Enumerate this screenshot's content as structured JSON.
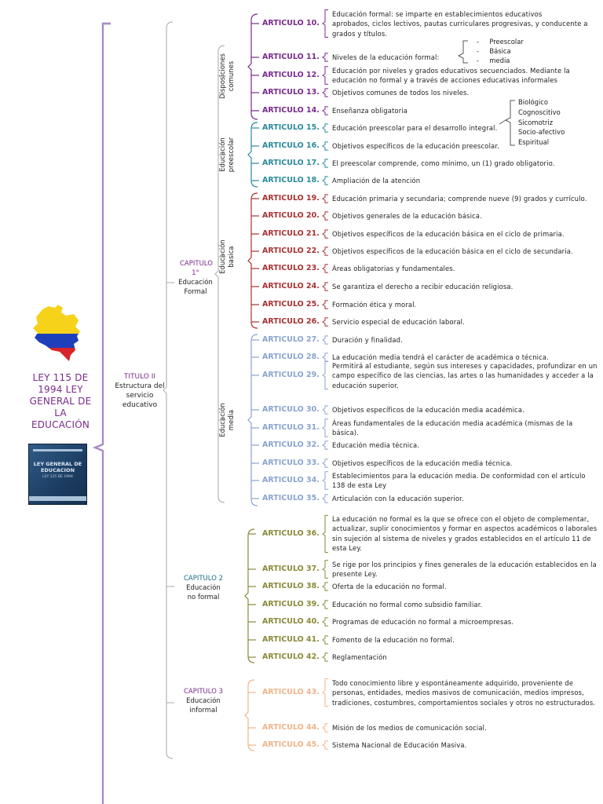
{
  "root": {
    "title_lines": [
      "LEY 115 DE",
      "1994 LEY",
      "GENERAL DE",
      "LA",
      "EDUCACIÓN"
    ]
  },
  "book": {
    "title": "LEY GENERAL DE EDUCACION",
    "subtitle": "LEY 115 DE 1994"
  },
  "titulo": {
    "heading": "TITULO II",
    "text": "Estructura del servicio educativo"
  },
  "capitulos": [
    {
      "heading": "CAPITULO 1°",
      "text": "Educación Formal",
      "color": "#7a2a8c"
    },
    {
      "heading": "CAPITULO 2",
      "text": "Educación no formal",
      "color": "#1a6e8a"
    },
    {
      "heading": "CAPITULO 3",
      "text": "Educación informal",
      "color": "#7a2a8c"
    }
  ],
  "sections": [
    {
      "label": "Disposiciones comunes"
    },
    {
      "label": "Educación preescolar"
    },
    {
      "label": "Educación basica"
    },
    {
      "label": "Educación media"
    }
  ],
  "colors": {
    "trunk": "#a98cc4",
    "branch": "#b6b6b6",
    "articulo_purple": "#7a2a8c",
    "articulo_teal": "#2a8a9c",
    "articulo_red": "#a83232",
    "articulo_lightblue": "#8aa4cf",
    "articulo_olive": "#8a8a3a",
    "articulo_peach": "#f0b48a"
  },
  "articles": [
    {
      "label": "ARTICULO 10.",
      "color": "#7a2a8c",
      "desc": [
        "Educación formal: se imparte en establecimientos educativos",
        "aprobados, ciclos lectivos, pautas curriculares progresivas, y conducente a",
        "grados y títulos."
      ]
    },
    {
      "label": "ARTICULO 11.",
      "color": "#7a2a8c",
      "desc": [
        "Niveles de la educación formal:"
      ]
    },
    {
      "label": "ARTICULO 12.",
      "color": "#7a2a8c",
      "desc": [
        "Educación por niveles y grados educativos secuenciados. Mediante la",
        "educación no formal y a través de acciones educativas informales"
      ]
    },
    {
      "label": "ARTICULO 13.",
      "color": "#7a2a8c",
      "desc": [
        "Objetivos comunes de todos los niveles."
      ]
    },
    {
      "label": "ARTICULO 14.",
      "color": "#7a2a8c",
      "desc": [
        "Enseñanza obligatoria"
      ]
    },
    {
      "label": "ARTICULO 15.",
      "color": "#2a8a9c",
      "desc": [
        "Educación preescolar  para el desarrollo integral."
      ]
    },
    {
      "label": "ARTICULO 16.",
      "color": "#2a8a9c",
      "desc": [
        "Objetivos específicos de la educación preescolar."
      ]
    },
    {
      "label": "ARTICULO 17.",
      "color": "#2a8a9c",
      "desc": [
        "El preescolar comprende, como mínimo, un (1) grado obligatorio."
      ]
    },
    {
      "label": "ARTICULO 18.",
      "color": "#2a8a9c",
      "desc": [
        "Ampliación de la atención"
      ]
    },
    {
      "label": "ARTICULO 19.",
      "color": "#a83232",
      "desc": [
        "Educación primaria y secundaria; comprende nueve (9) grados y currículo."
      ]
    },
    {
      "label": "ARTICULO 20.",
      "color": "#a83232",
      "desc": [
        "Objetivos generales de la educación básica."
      ]
    },
    {
      "label": "ARTICULO 21.",
      "color": "#a83232",
      "desc": [
        "Objetivos específicos de la educación básica en el ciclo de primaria."
      ]
    },
    {
      "label": "ARTICULO 22.",
      "color": "#a83232",
      "desc": [
        "Objetivos específicos de la educación básica en el ciclo de secundaria."
      ]
    },
    {
      "label": "ARTICULO 23.",
      "color": "#a83232",
      "desc": [
        "Áreas obligatorias y fundamentales."
      ]
    },
    {
      "label": "ARTICULO 24.",
      "color": "#a83232",
      "desc": [
        "Se garantiza el derecho a recibir educación religiosa."
      ]
    },
    {
      "label": "ARTICULO 25.",
      "color": "#a83232",
      "desc": [
        "Formación ética y moral."
      ]
    },
    {
      "label": "ARTICULO 26.",
      "color": "#a83232",
      "desc": [
        "Servicio especial de educación laboral."
      ]
    },
    {
      "label": "ARTICULO 27.",
      "color": "#8aa4cf",
      "desc": [
        "Duración y finalidad."
      ]
    },
    {
      "label": "ARTICULO 28.",
      "color": "#8aa4cf",
      "desc": [
        "La educación media tendrá el carácter de académica o técnica."
      ]
    },
    {
      "label": "ARTICULO 29.",
      "color": "#8aa4cf",
      "desc": [
        "Permitirá al estudiante, según sus intereses y capacidades, profundizar en un",
        "campo específico de las ciencias, las artes o las humanidades y acceder a la",
        "educación superior."
      ]
    },
    {
      "label": "ARTICULO 30.",
      "color": "#8aa4cf",
      "desc": [
        "Objetivos específicos de la educación media académica."
      ]
    },
    {
      "label": "ARTICULO 31.",
      "color": "#8aa4cf",
      "desc": [
        "Áreas fundamentales de la educación media académica (mismas de la",
        "básica)."
      ]
    },
    {
      "label": "ARTICULO 32.",
      "color": "#8aa4cf",
      "desc": [
        "Educación media técnica."
      ]
    },
    {
      "label": "ARTICULO 33.",
      "color": "#8aa4cf",
      "desc": [
        "Objetivos específicos de la educación media técnica."
      ]
    },
    {
      "label": "ARTICULO 34.",
      "color": "#8aa4cf",
      "desc": [
        "Establecimientos para la educación media. De conformidad con el artículo",
        "138 de esta Ley"
      ]
    },
    {
      "label": "ARTICULO 35.",
      "color": "#8aa4cf",
      "desc": [
        "Articulación con la educación superior."
      ]
    },
    {
      "label": "ARTICULO 36.",
      "color": "#8a8a3a",
      "desc": [
        "La educación no formal es la que se ofrece con el objeto de complementar,",
        "actualizar, suplir conocimientos y formar en aspectos académicos o laborales",
        "sin sujeción al sistema de niveles y grados establecidos en el artículo 11 de",
        "esta Ley."
      ]
    },
    {
      "label": "ARTICULO 37.",
      "color": "#8a8a3a",
      "desc": [
        "Se rige por los principios y fines generales de la educación establecidos en la",
        "presente Ley."
      ]
    },
    {
      "label": "ARTICULO 38.",
      "color": "#8a8a3a",
      "desc": [
        "Oferta de la educación no formal."
      ]
    },
    {
      "label": "ARTICULO 39.",
      "color": "#8a8a3a",
      "desc": [
        "Educación no formal como subsidio familiar."
      ]
    },
    {
      "label": "ARTICULO 40.",
      "color": "#8a8a3a",
      "desc": [
        "Programas de educación no formal a microempresas."
      ]
    },
    {
      "label": "ARTICULO 41.",
      "color": "#8a8a3a",
      "desc": [
        "Fomento de la educación no formal."
      ]
    },
    {
      "label": "ARTICULO 42.",
      "color": "#8a8a3a",
      "desc": [
        "Reglamentación"
      ]
    },
    {
      "label": "ARTICULO 43.",
      "color": "#f0b48a",
      "desc": [
        "Todo conocimiento libre y espontáneamente adquirido, proveniente de",
        "personas, entidades, medios masivos de comunicación, medios impresos,",
        "tradiciones, costumbres, comportamientos sociales y otros no estructurados."
      ]
    },
    {
      "label": "ARTICULO 44.",
      "color": "#f0b48a",
      "desc": [
        "Misión de los medios de comunicación social."
      ]
    },
    {
      "label": "ARTICULO 45.",
      "color": "#f0b48a",
      "desc": [
        "Sistema Nacional de Educación Masiva."
      ]
    }
  ],
  "niveles": [
    "Preescolar",
    "Básica",
    "media"
  ],
  "objetivos_preescolar": [
    "Biológico",
    "Cognoscitivo",
    "Sicomotriz",
    "Socio-afectivo",
    "Espiritual"
  ]
}
